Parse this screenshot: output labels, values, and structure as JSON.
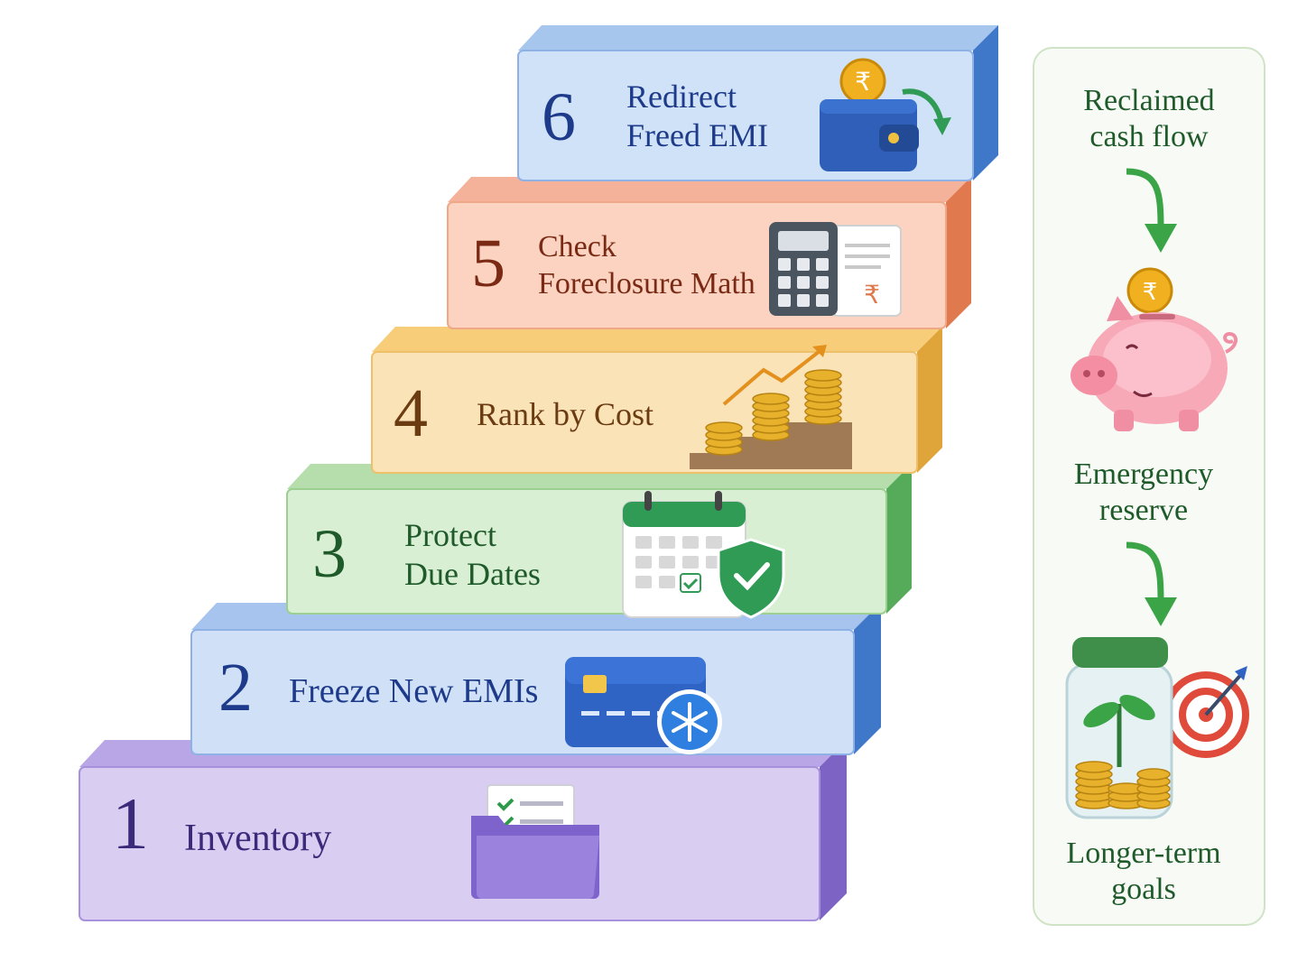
{
  "steps": [
    {
      "number": "1",
      "label": "Inventory",
      "icon": "folder-checklist-icon",
      "color": "#3b2a7a"
    },
    {
      "number": "2",
      "label": "Freeze New EMIs",
      "icon": "frozen-card-icon",
      "color": "#1e3a8a"
    },
    {
      "number": "3",
      "label": "Protect\nDue Dates",
      "icon": "calendar-shield-icon",
      "color": "#1f5a2a"
    },
    {
      "number": "4",
      "label": "Rank by Cost",
      "icon": "coin-stacks-growth-icon",
      "color": "#6b3b12"
    },
    {
      "number": "5",
      "label": "Check\nForeclosure Math",
      "icon": "calculator-document-icon",
      "color": "#7a2a14"
    },
    {
      "number": "6",
      "label": "Redirect\nFreed EMI",
      "icon": "wallet-coin-icon",
      "color": "#1e3a8a"
    }
  ],
  "flow": {
    "items": [
      {
        "label": "Reclaimed\ncash flow"
      },
      {
        "label": "Emergency\nreserve",
        "icon": "piggy-bank-icon"
      },
      {
        "label": "Longer-term\ngoals",
        "icon": "jar-target-icon"
      }
    ],
    "coin_symbol": "₹"
  },
  "colors": {
    "step1": "#d9cdf2",
    "step2": "#cfe0f7",
    "step3": "#d9efd3",
    "step4": "#fbe3b8",
    "step5": "#fbd3c0",
    "step6": "#cfe2f7",
    "panel_text": "#1f5a2a",
    "arrow": "#3aa447"
  }
}
